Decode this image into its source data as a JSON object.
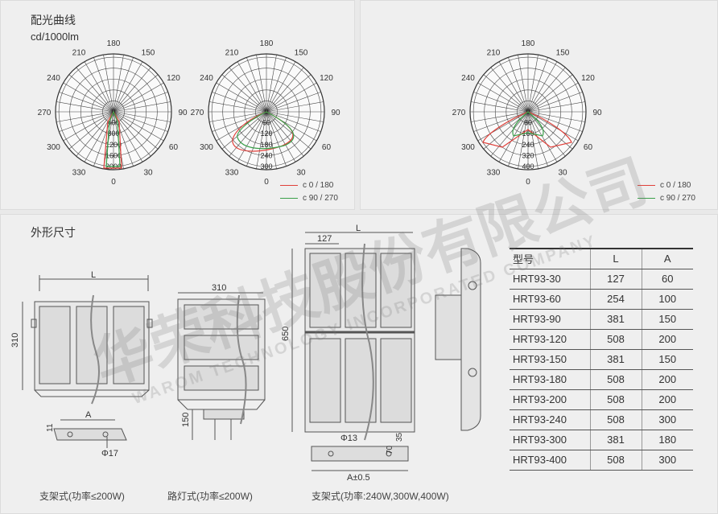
{
  "photometric": {
    "title": "配光曲线",
    "unit": "cd/1000lm",
    "angle_labels": [
      "180",
      "150",
      "120",
      "90",
      "60",
      "30",
      "0",
      "330",
      "300",
      "270",
      "240",
      "210"
    ],
    "diagrams": [
      {
        "ring_labels": [
          "400",
          "800",
          "1200",
          "1600",
          "2000"
        ]
      },
      {
        "ring_labels": [
          "60",
          "120",
          "180",
          "240",
          "300"
        ]
      },
      {
        "ring_labels": [
          "80",
          "160",
          "240",
          "320",
          "400"
        ]
      }
    ],
    "legend": [
      {
        "label": "c 0 / 180",
        "color": "#e0403a"
      },
      {
        "label": "c 90 / 270",
        "color": "#3aa04a"
      }
    ]
  },
  "dimensions": {
    "title": "外形尺寸",
    "drawing1": {
      "width_label": "L",
      "height_label": "310",
      "bracket_a": "A",
      "bracket_h": "11",
      "hole": "Φ17",
      "caption": "支架式(功率≤200W)"
    },
    "drawing2": {
      "width_label": "310",
      "stem": "150",
      "caption": "路灯式(功率≤200W)"
    },
    "drawing3": {
      "width_label": "L",
      "sub_width": "127",
      "height_label": "650",
      "hole": "Φ13",
      "d70": "70",
      "d35": "35",
      "bottom_label": "A±0.5",
      "caption": "支架式(功率:240W,300W,400W)"
    }
  },
  "table": {
    "headers": [
      "型号",
      "L",
      "A"
    ],
    "rows": [
      [
        "HRT93-30",
        "127",
        "60"
      ],
      [
        "HRT93-60",
        "254",
        "100"
      ],
      [
        "HRT93-90",
        "381",
        "150"
      ],
      [
        "HRT93-120",
        "508",
        "200"
      ],
      [
        "HRT93-150",
        "381",
        "150"
      ],
      [
        "HRT93-180",
        "508",
        "200"
      ],
      [
        "HRT93-200",
        "508",
        "200"
      ],
      [
        "HRT93-240",
        "508",
        "300"
      ],
      [
        "HRT93-300",
        "381",
        "180"
      ],
      [
        "HRT93-400",
        "508",
        "300"
      ]
    ]
  },
  "watermark": {
    "cn": "华荣科技股份有限公司",
    "en": "WAROM TECHNOLOGY INCORPORATED COMPANY"
  }
}
